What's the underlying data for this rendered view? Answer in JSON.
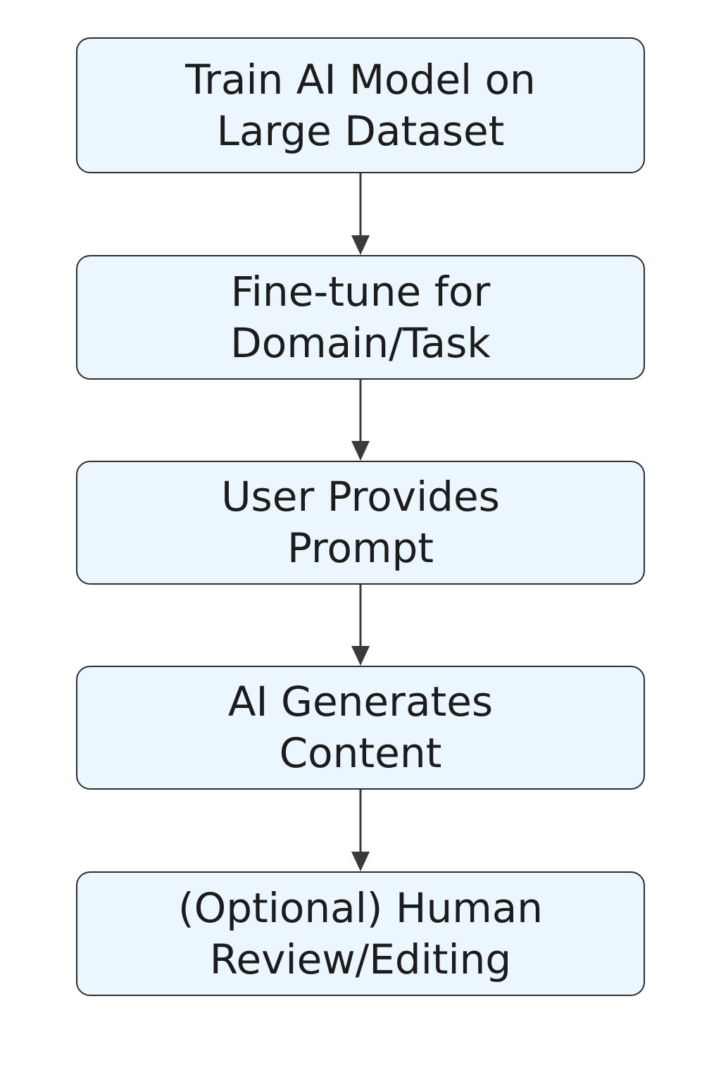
{
  "diagram": {
    "type": "flowchart",
    "direction": "top-to-bottom",
    "node_fill": "#ecf6fe",
    "node_border": "#2e2e2e",
    "arrow_color": "#3a3a3a",
    "nodes": [
      {
        "id": "train",
        "lines": [
          "Train AI Model on",
          "Large Dataset"
        ]
      },
      {
        "id": "finetune",
        "lines": [
          "Fine-tune for",
          "Domain/Task"
        ]
      },
      {
        "id": "prompt",
        "lines": [
          "User Provides",
          "Prompt"
        ]
      },
      {
        "id": "generate",
        "lines": [
          "AI Generates",
          "Content"
        ]
      },
      {
        "id": "review",
        "lines": [
          "(Optional) Human",
          "Review/Editing"
        ]
      }
    ],
    "edges": [
      {
        "from": "train",
        "to": "finetune"
      },
      {
        "from": "finetune",
        "to": "prompt"
      },
      {
        "from": "prompt",
        "to": "generate"
      },
      {
        "from": "generate",
        "to": "review"
      }
    ]
  }
}
